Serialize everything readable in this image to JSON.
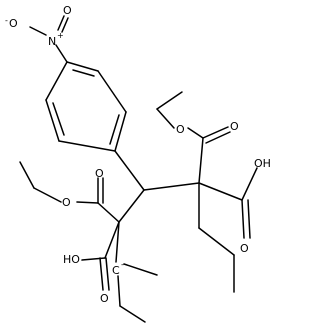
{
  "molecule": {
    "atoms": {
      "nitro_o_minus": "O",
      "nitro_charge_minus": "-",
      "nitro_n": "N",
      "nitro_charge_plus": "+",
      "nitro_o": "O",
      "ester1_o_carbonyl": "O",
      "ester1_o_ether": "O",
      "acid1_oh": "OH",
      "acid1_o_carbonyl": "O",
      "ester2_o_carbonyl": "O",
      "ester2_o_ether": "O",
      "acid2_oh": "HO",
      "acid2_o_carbonyl": "O",
      "quaternary_c": "C",
      "quaternary_charge": "-"
    }
  }
}
